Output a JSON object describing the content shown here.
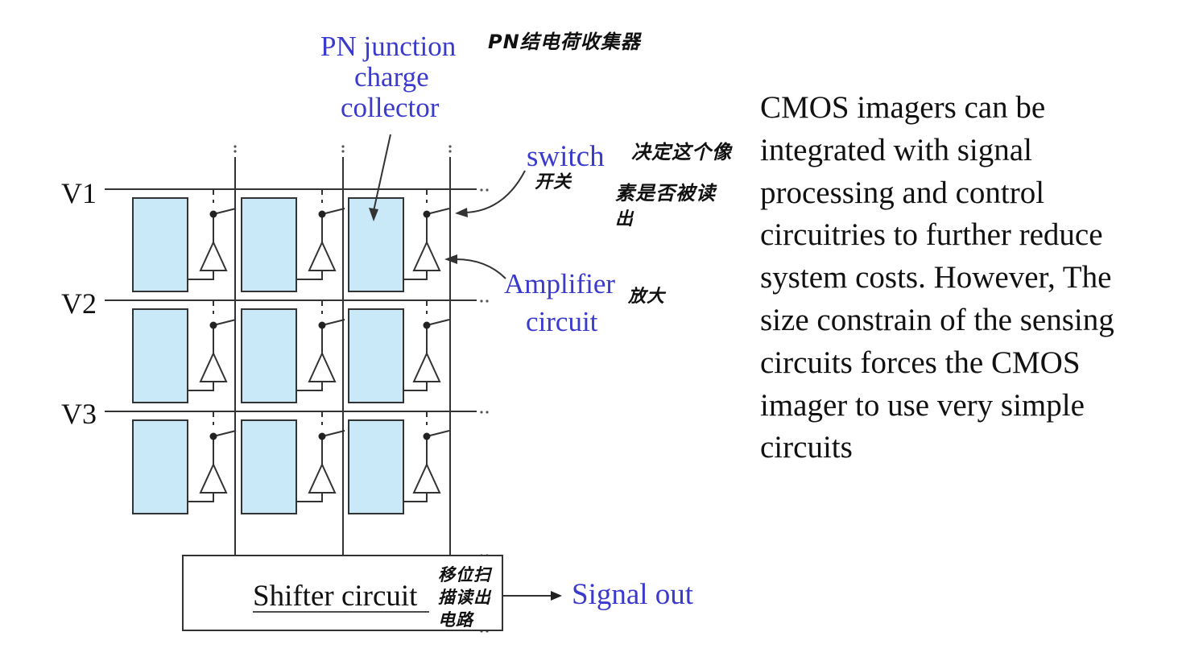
{
  "labels": {
    "pn_junction": [
      "PN junction",
      "charge",
      "collector"
    ],
    "switch": "switch",
    "amplifier": [
      "Amplifier",
      "circuit"
    ],
    "shifter": "Shifter circuit",
    "signal_out": "Signal out",
    "rows": [
      "V1",
      "V2",
      "V3"
    ]
  },
  "annotations": {
    "pn_junction": "PN结电荷收集器",
    "switch": "开关",
    "switch_note": [
      "决定这个像",
      "素是否被读",
      "出"
    ],
    "amplifier": "放大",
    "shifter": [
      "移位扫",
      "描读出",
      "电路"
    ]
  },
  "description": "CMOS imagers can be integrated with signal processing and control circuitries to further reduce system costs. However, The size constrain of the sensing circuits forces the CMOS imager to use very simple circuits",
  "colors": {
    "pixel_fill": "#c9e8f8",
    "label_blue": "#3a3acd",
    "line": "#333333"
  }
}
